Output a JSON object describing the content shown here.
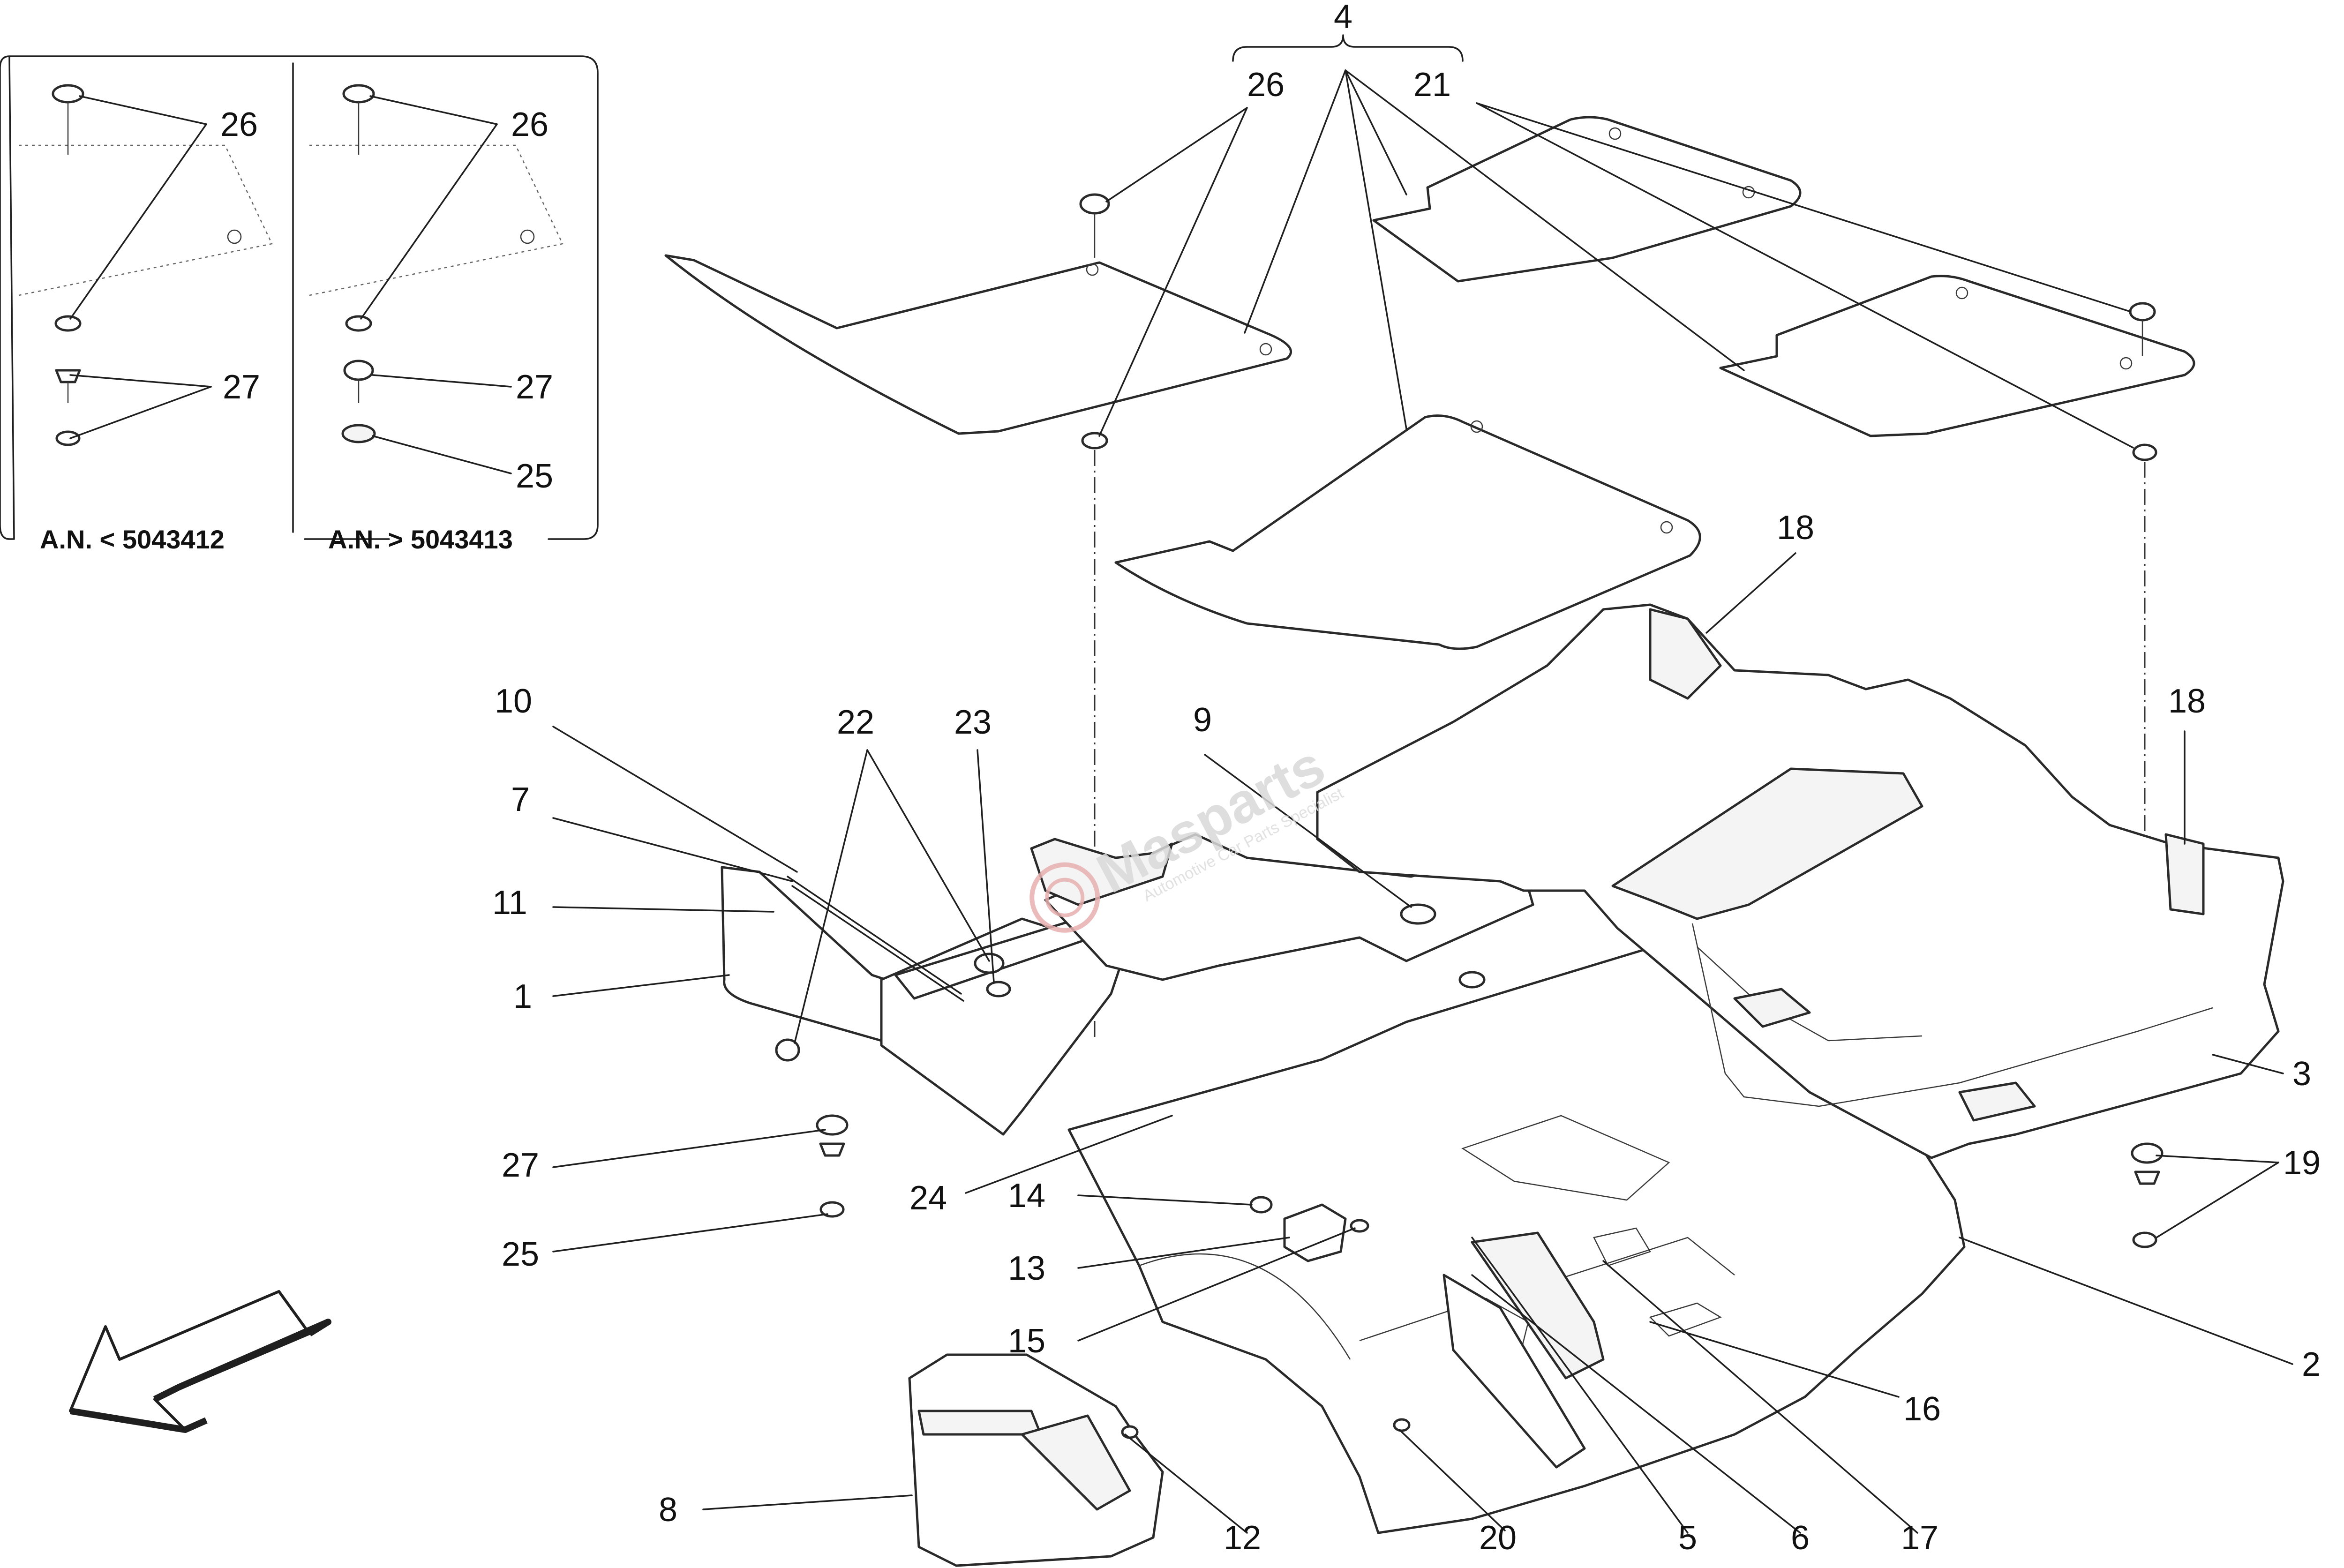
{
  "inset": {
    "left_label": "A.N. < 5043412",
    "right_label": "A.N. > 5043413",
    "left_callouts": [
      "26",
      "27"
    ],
    "right_callouts": [
      "26",
      "27",
      "25"
    ]
  },
  "callouts": {
    "c1": "1",
    "c2": "2",
    "c3": "3",
    "c4": "4",
    "c5": "5",
    "c6": "6",
    "c7": "7",
    "c8": "8",
    "c9": "9",
    "c10": "10",
    "c11": "11",
    "c12": "12",
    "c13": "13",
    "c14": "14",
    "c15": "15",
    "c16": "16",
    "c17": "17",
    "c18a": "18",
    "c18b": "18",
    "c19": "19",
    "c20": "20",
    "c21": "21",
    "c22": "22",
    "c23": "23",
    "c24": "24",
    "c25": "25",
    "c26": "26",
    "c27": "27"
  },
  "watermark": {
    "brand": "Masparts",
    "tagline": "Automotive Car Parts Specialist"
  },
  "direction_arrow": {
    "icon": "front-direction-arrow-icon"
  },
  "colors": {
    "line": "#1f1f1f",
    "watermark_red": "#e8b0b0"
  }
}
